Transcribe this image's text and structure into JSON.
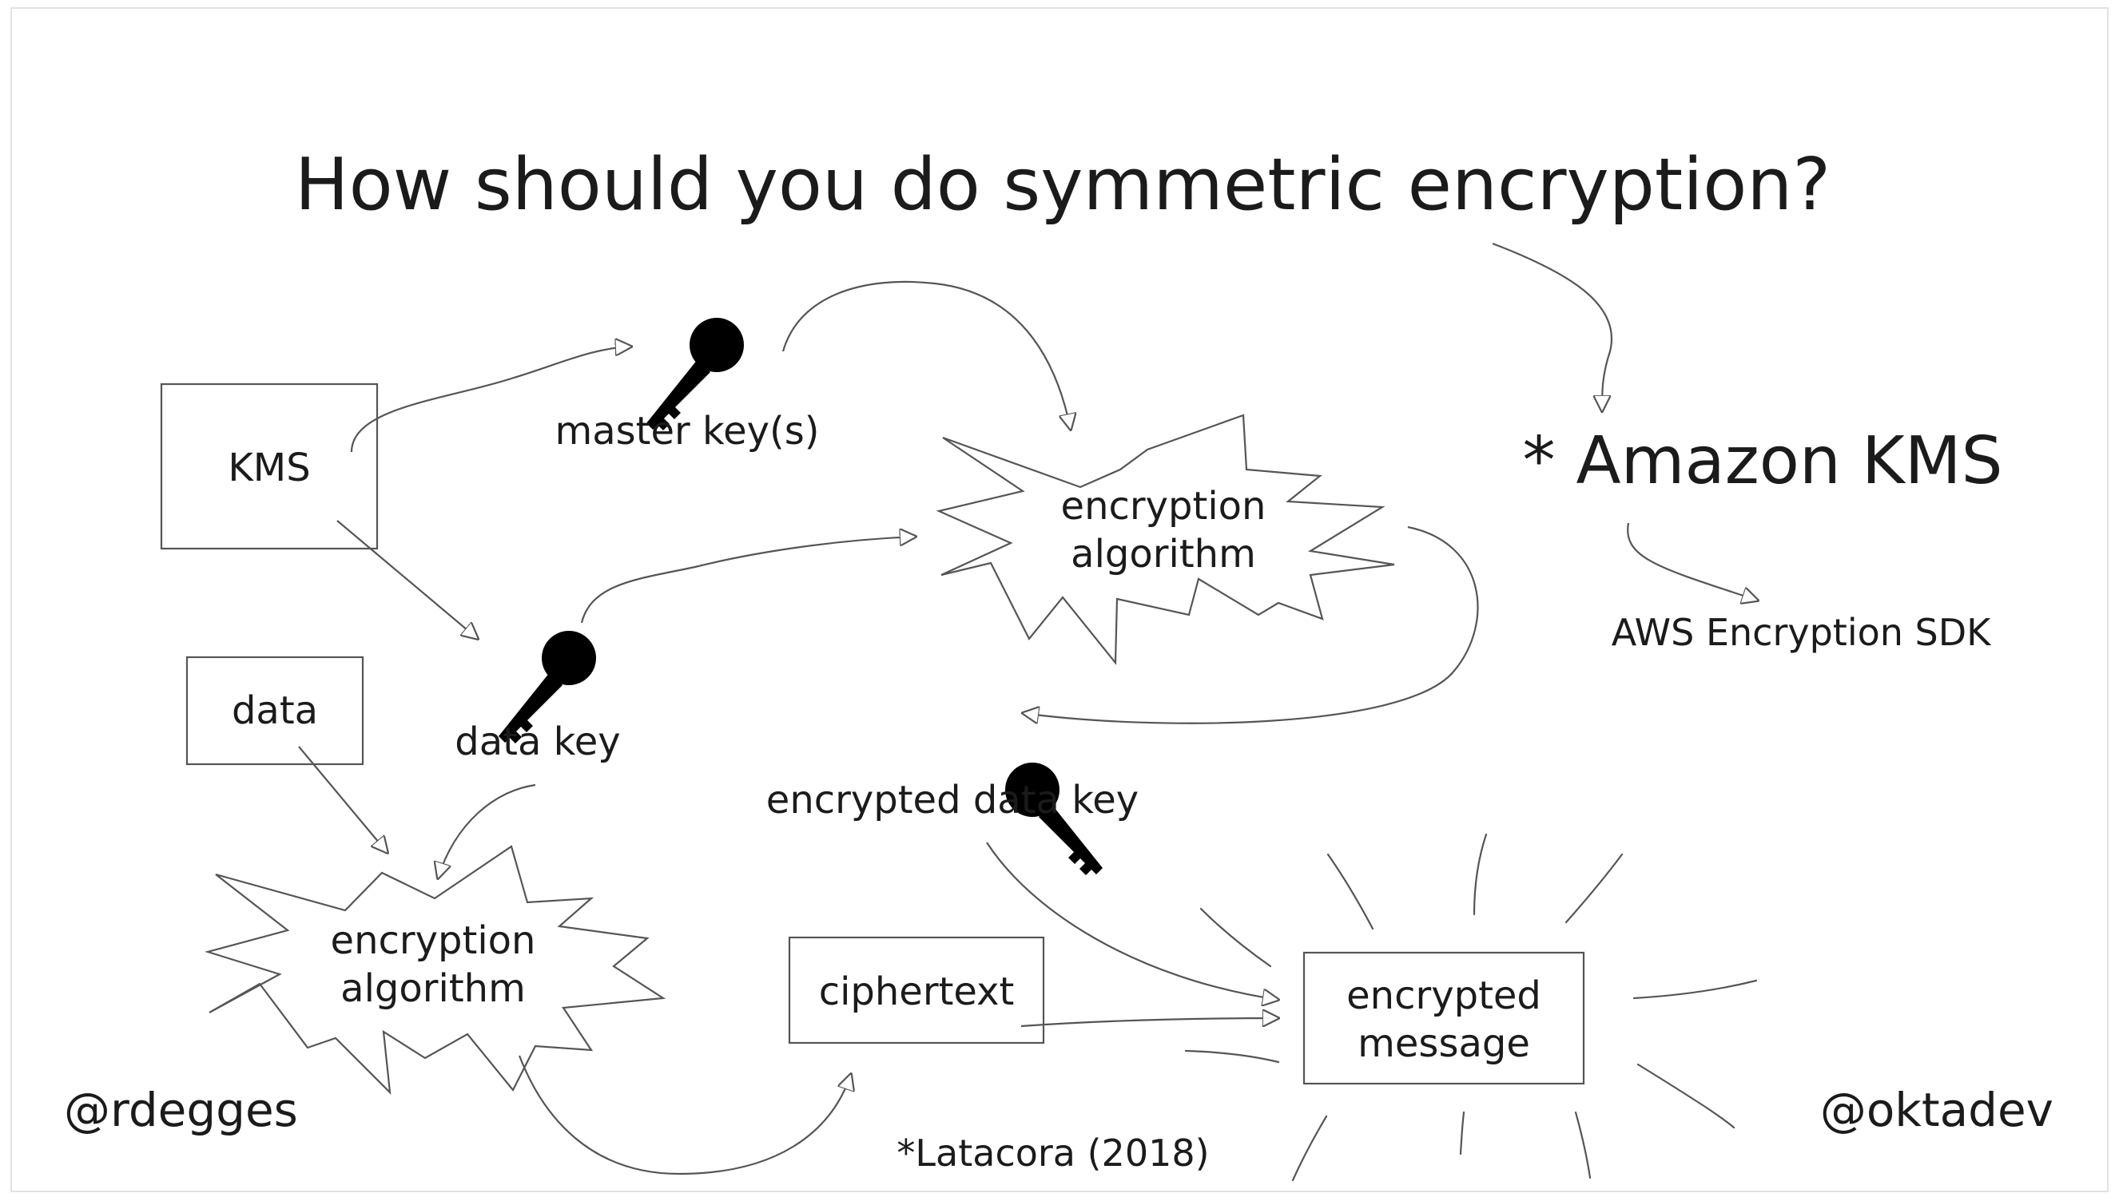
{
  "slide": {
    "title": "How should you do symmetric encryption?",
    "recommendation": "* Amazon KMS",
    "recommendation_sub": "AWS Encryption SDK",
    "footnote": "*Latacora (2018)",
    "handle_left": "@rdegges",
    "handle_right": "@oktadev"
  },
  "nodes": {
    "kms": "KMS",
    "master_key": "master key(s)",
    "encryption_algorithm_top": [
      "encryption",
      "algorithm"
    ],
    "data": "data",
    "data_key": "data key",
    "encrypted_data_key": "encrypted data key",
    "encryption_algorithm_bottom": [
      "encryption",
      "algorithm"
    ],
    "ciphertext": "ciphertext",
    "encrypted_message": [
      "encrypted",
      "message"
    ]
  },
  "icons": {
    "master_key": "key-icon",
    "data_key": "key-icon",
    "encrypted_data_key": "key-icon"
  },
  "colors": {
    "background": "#ffffff",
    "ink": "#1b1b1b",
    "stroke": "#555555"
  }
}
